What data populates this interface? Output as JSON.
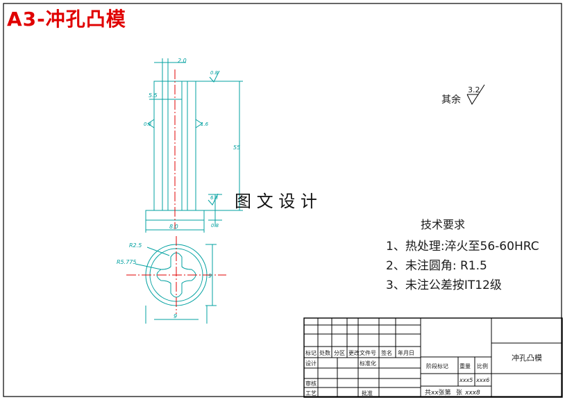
{
  "title": "A3-冲孔凸模",
  "watermark": "图 文 设 计",
  "roughness_other": {
    "prefix": "其余",
    "value": "3.2"
  },
  "requirements": {
    "heading": "技术要求",
    "items": [
      "1、热处理:淬火至56-60HRC",
      "2、未注圆角: R1.5",
      "3、未注公差按IT12级"
    ]
  },
  "dims": {
    "d20": "2.0",
    "d55": "5.5",
    "r08": "0.8",
    "r08b": "0.8",
    "r16": "1.6",
    "len": "55",
    "d63": "6.3",
    "t08": "0.8",
    "base": "8.0",
    "r25": "R2.5",
    "r2775": "R5.775",
    "d9": "9",
    "d9b": "9"
  },
  "title_block": {
    "part_name": "冲孔凸模",
    "headers": [
      "标记",
      "处数",
      "分区",
      "更改文件号",
      "签名",
      "年月日"
    ],
    "design": "设计",
    "standard": "标准化",
    "stage": "阶段标记",
    "weight": "重量",
    "ratio": "比例",
    "weight_val": "xxx5",
    "ratio_val": "xxx6",
    "review": "审核",
    "process": "工艺",
    "approve": "批准",
    "sheets": "共xx张第",
    "sheet_no": "张",
    "sheet_val": "xxx8"
  },
  "colors": {
    "line": "#00a0a0",
    "center": "#e00000",
    "title": "#e00000"
  }
}
